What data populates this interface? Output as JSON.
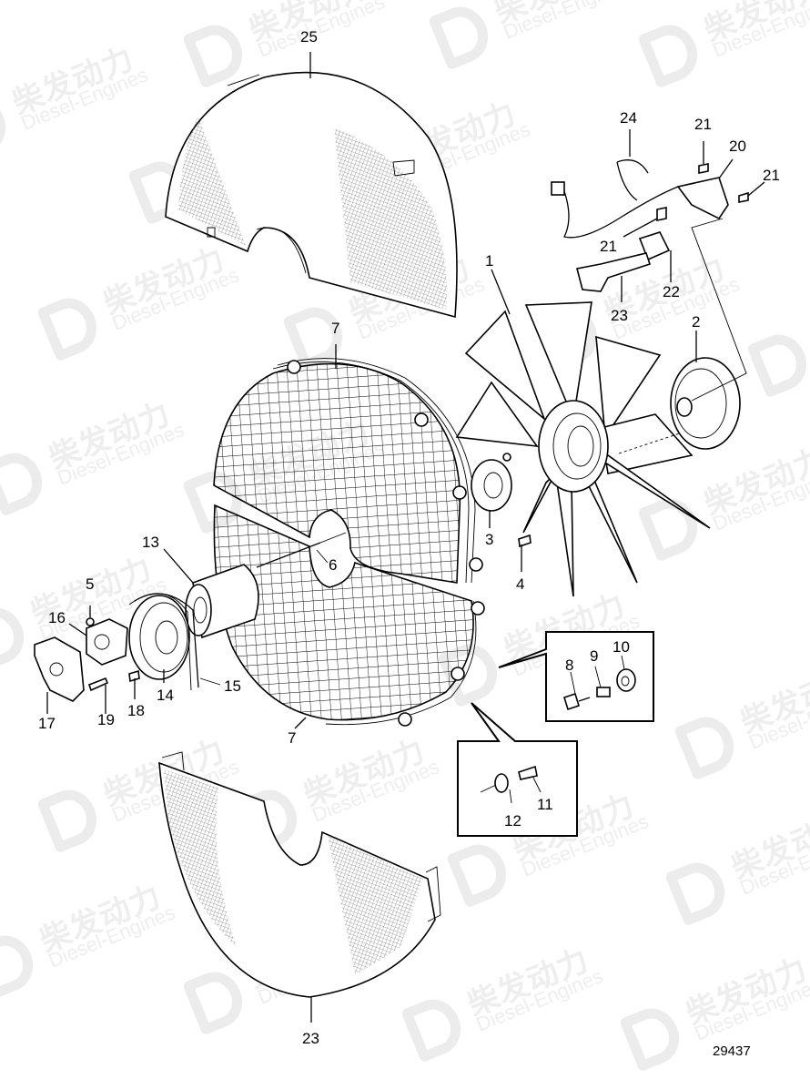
{
  "diagram": {
    "type": "exploded parts diagram",
    "subject": "Engine cooling fan assembly with fan guard, shrouds, pulley and sensor bracket",
    "figure_number": "29437",
    "watermark": {
      "text_cn": "柴发动力",
      "text_en": "Diesel-Engines",
      "color": "#eeeeee"
    },
    "callouts": [
      {
        "id": "c25",
        "label": "25",
        "part": "upper fan shroud"
      },
      {
        "id": "c24",
        "label": "24",
        "part": "sensor cable harness"
      },
      {
        "id": "c21a",
        "label": "21",
        "part": "screw"
      },
      {
        "id": "c20",
        "label": "20",
        "part": "sensor bracket"
      },
      {
        "id": "c21b",
        "label": "21",
        "part": "screw"
      },
      {
        "id": "c21c",
        "label": "21",
        "part": "screw"
      },
      {
        "id": "c22",
        "label": "22",
        "part": "bracket plate"
      },
      {
        "id": "c23a",
        "label": "23",
        "part": "support bracket"
      },
      {
        "id": "c1",
        "label": "1",
        "part": "fan"
      },
      {
        "id": "c2",
        "label": "2",
        "part": "fan hub / viscous coupling"
      },
      {
        "id": "c7a",
        "label": "7",
        "part": "upper fan guard"
      },
      {
        "id": "c3",
        "label": "3",
        "part": "flange"
      },
      {
        "id": "c4",
        "label": "4",
        "part": "screw"
      },
      {
        "id": "c6",
        "label": "6",
        "part": "stud"
      },
      {
        "id": "c13",
        "label": "13",
        "part": "spacer"
      },
      {
        "id": "c5",
        "label": "5",
        "part": "nut"
      },
      {
        "id": "c16",
        "label": "16",
        "part": "hub"
      },
      {
        "id": "c17",
        "label": "17",
        "part": "bracket"
      },
      {
        "id": "c19",
        "label": "19",
        "part": "screw"
      },
      {
        "id": "c18",
        "label": "18",
        "part": "screw"
      },
      {
        "id": "c14",
        "label": "14",
        "part": "pulley"
      },
      {
        "id": "c15",
        "label": "15",
        "part": "drive belt"
      },
      {
        "id": "c7b",
        "label": "7",
        "part": "lower fan guard"
      },
      {
        "id": "c8",
        "label": "8",
        "part": "screw"
      },
      {
        "id": "c9",
        "label": "9",
        "part": "spacer sleeve"
      },
      {
        "id": "c10",
        "label": "10",
        "part": "rubber bushing"
      },
      {
        "id": "c11",
        "label": "11",
        "part": "screw"
      },
      {
        "id": "c12",
        "label": "12",
        "part": "washer"
      },
      {
        "id": "c23b",
        "label": "23",
        "part": "lower fan shroud"
      }
    ],
    "detail_boxes": [
      {
        "name": "detail-8-9-10",
        "items": [
          "8",
          "9",
          "10"
        ]
      },
      {
        "name": "detail-11-12",
        "items": [
          "11",
          "12"
        ]
      }
    ]
  }
}
